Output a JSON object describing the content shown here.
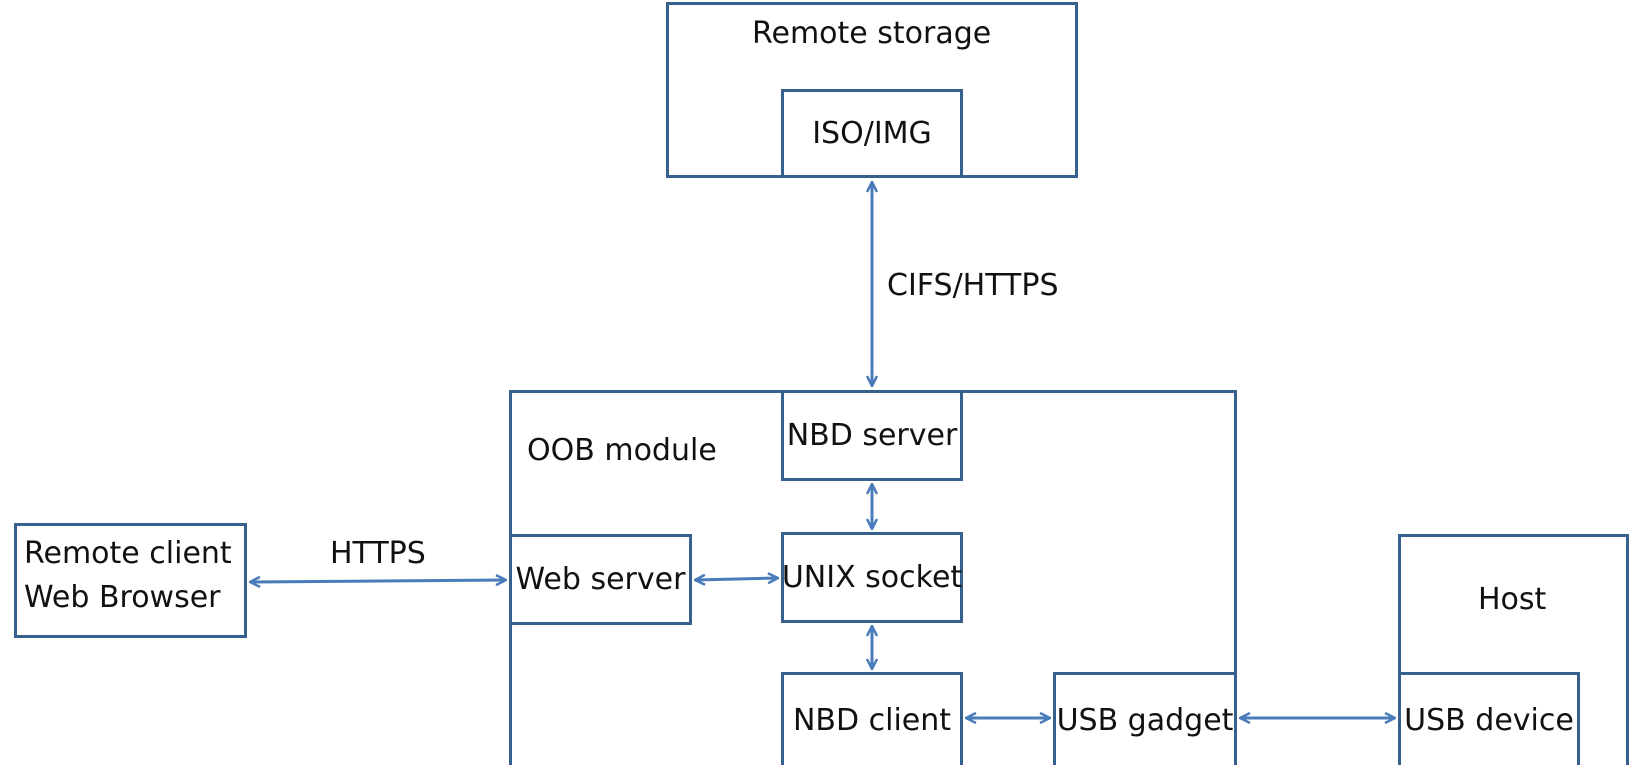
{
  "remote_storage": {
    "title": "Remote storage",
    "image": "ISO/IMG"
  },
  "links": {
    "storage_protocol": "CIFS/HTTPS",
    "client_protocol": "HTTPS"
  },
  "oob_module": {
    "title": "OOB module",
    "nbd_server": "NBD server",
    "web_server": "Web server",
    "unix_socket": "UNIX socket",
    "nbd_client": "NBD client",
    "usb_gadget": "USB gadget"
  },
  "remote_client": {
    "line1": "Remote client",
    "line2": "Web Browser"
  },
  "host": {
    "title": "Host",
    "usb_device": "USB device"
  },
  "colors": {
    "stroke": "#36608d",
    "arrow": "#4a7bbb"
  }
}
